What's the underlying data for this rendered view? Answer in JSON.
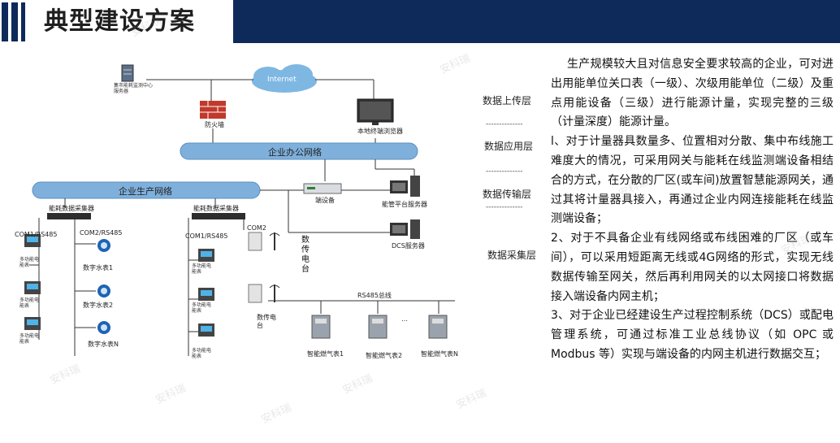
{
  "header": {
    "title": "典型建设方案"
  },
  "diagram": {
    "internet": "Internet",
    "city_center": "集市能耗监测中心\n服务器",
    "firewall": "防火墙",
    "local_browser": "本地终端浏览器",
    "office_network": "企业办公网络",
    "production_network": "企业生产网络",
    "terminal_device": "端设备",
    "energy_server": "能管平台服务器",
    "dcs_server": "DCS服务器",
    "collector_1": "能耗数据采集器",
    "collector_2": "能耗数据采集器",
    "com1_a": "COM1/RS485",
    "com2_a": "COM2/RS485",
    "com1_b": "COM1/RS485",
    "com2_b": "COM2",
    "meter_label": "多功能电\n能表",
    "water_1": "数字水表1",
    "water_2": "数字水表2",
    "water_n": "数字水表N",
    "dtu_vertical": "数传电台",
    "dtu_horizontal": "数传电\n台",
    "rs485_bus": "RS485总线",
    "ellipsis": "…",
    "gas_1": "智能燃气表1",
    "gas_2": "智能燃气表2",
    "gas_n": "智能燃气表N",
    "layers": [
      "数据上传层",
      "数据应用层",
      "数据传输层",
      "数据采集层"
    ],
    "layer_separator": "--------------"
  },
  "text": {
    "intro": "生产规模较大且对信息安全要求较高的企业，可对进出用能单位关口表（一级）、次级用能单位（二级）及重点用能设备（三级）进行能源计量，实现完整的三级（计量深度）能源计量。",
    "item1": "l、对于计量器具数量多、位置相对分散、集中布线施工难度大的情况，可采用网关与能耗在线监测端设备相结合的方式，在分散的厂区(或车间)放置智慧能源网关，通过其将计量器具接入，再通过企业内网连接能耗在线监测端设备；",
    "item2": "2、对于不具备企业有线网络或布线困难的厂区（或车间），可以采用短距离无线或4G网络的形式，实现无线数据传输至网关，然后再利用网关的以太网接口将数据接入端设备内网主机；",
    "item3": "3、对于企业已经建设生产过程控制系统（DCS）或配电管理系统，可通过标准工业总线协议（如 OPC 或Modbus 等）实现与端设备的内网主机进行数据交互；"
  },
  "watermark": "安科瑞",
  "colors": {
    "header_bg": "#0e2a5a",
    "network_bar": "#7fb0dc",
    "firewall": "#c0392b"
  }
}
